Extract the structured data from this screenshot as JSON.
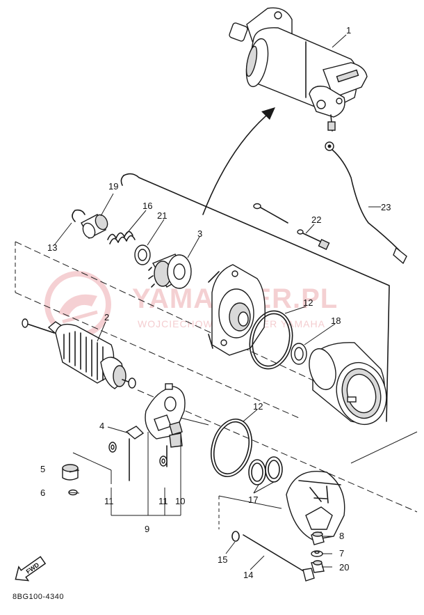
{
  "watermark": {
    "brand": "YAMAKLER.PL",
    "subtitle": "WOJCIECHOWSKI  DEALER  YAMAHA"
  },
  "diagram_code": "8BG100-4340",
  "fwd_label": "FWD",
  "callouts": {
    "c1": "1",
    "c2": "2",
    "c3": "3",
    "c4": "4",
    "c5": "5",
    "c6": "6",
    "c7": "7",
    "c8": "8",
    "c9": "9",
    "c10": "10",
    "c11a": "11",
    "c11b": "11",
    "c12a": "12",
    "c12b": "12",
    "c13": "13",
    "c14": "14",
    "c15": "15",
    "c16": "16",
    "c17": "17",
    "c18": "18",
    "c19": "19",
    "c20": "20",
    "c21": "21",
    "c22": "22",
    "c23": "23"
  }
}
